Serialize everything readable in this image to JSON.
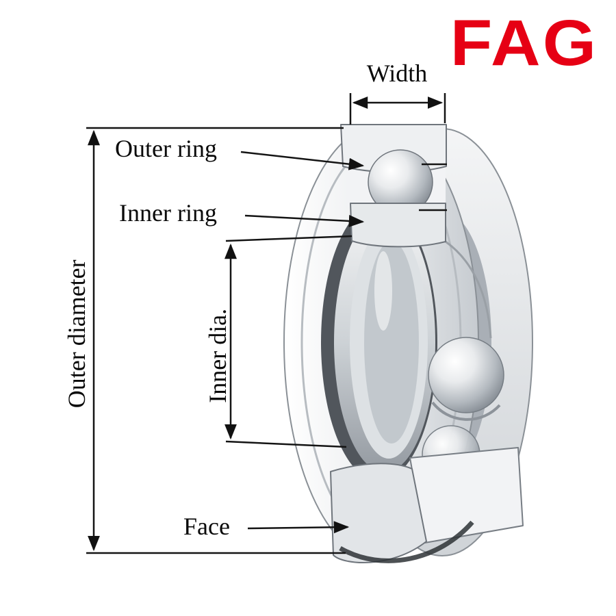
{
  "page": {
    "background_color": "#ffffff"
  },
  "brand": {
    "logo_text": "FAG",
    "logo_color": "#e60014"
  },
  "labels": {
    "width": "Width",
    "outer_ring": "Outer ring",
    "inner_ring": "Inner ring",
    "outer_diameter": "Outer diameter",
    "inner_dia": "Inner dia.",
    "face": "Face"
  },
  "diagram": {
    "subject": "Deep groove ball bearing, 3D cutaway view with dimension callouts",
    "line_color": "#141414",
    "metal_light": "#f2f3f5",
    "metal_mid": "#c9ccd1",
    "metal_dark": "#51565c"
  }
}
